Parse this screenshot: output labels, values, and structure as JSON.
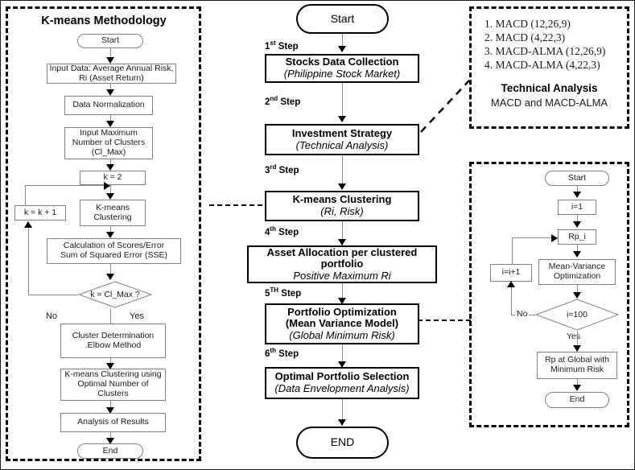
{
  "left_panel": {
    "title": "K-means Methodology",
    "nodes": {
      "start": "Start",
      "input_data_l1": "Input Data: Average Annual Risk,",
      "input_data_l2": "Ri (Asset Return)",
      "normalization": "Data Normalization",
      "max_clusters_l1": "Input Maximum",
      "max_clusters_l2": "Number of Clusters",
      "max_clusters_l3": "(Cl_Max)",
      "k_init": "k = 2",
      "kmeans_l1": "K-means",
      "kmeans_l2": "Clustering",
      "increment": "k = k + 1",
      "sse_l1": "Calculation of Scores/Error",
      "sse_l2": "Sum of Squared Error (SSE)",
      "decision": "k = Cl_Max ?",
      "elbow_l1": "Cluster Determination",
      "elbow_l2": ".Elbow Method",
      "optimal_l1": "K-means Clustering using",
      "optimal_l2": "Optimal Number of",
      "optimal_l3": "Clusters",
      "analysis": "Analysis of Results",
      "end": "End"
    },
    "edge_labels": {
      "no": "No",
      "yes": "Yes"
    }
  },
  "center": {
    "start": "Start",
    "end": "END",
    "steps": [
      {
        "label_num": "1",
        "label_sup": "st",
        "label_word": "Step",
        "title": "Stocks Data Collection",
        "subtitle": "(Philippine Stock Market)"
      },
      {
        "label_num": "2",
        "label_sup": "nd",
        "label_word": "Step",
        "title": "Investment Strategy",
        "subtitle": "(Technical Analysis)"
      },
      {
        "label_num": "3",
        "label_sup": "rd",
        "label_word": "Step",
        "title": "K-means Clustering",
        "subtitle": "(Ri, Risk)"
      },
      {
        "label_num": "4",
        "label_sup": "th",
        "label_word": "Step",
        "title": "Asset Allocation per clustered",
        "title2": "portfolio",
        "subtitle": "Positive Maximum Ri"
      },
      {
        "label_num": "5",
        "label_sup": "TH",
        "label_word": "Step",
        "title": "Portfolio Optimization",
        "title2": "(Mean Variance Model)",
        "subtitle": "(Global Minimum Risk)"
      },
      {
        "label_num": "6",
        "label_sup": "th",
        "label_word": "Step",
        "title": "Optimal Portfolio Selection",
        "subtitle": "(Data Envelopment Analysis)"
      }
    ]
  },
  "technical_analysis_panel": {
    "items": [
      "1. MACD (12,26,9)",
      "2. MACD (4,22,3)",
      "3. MACD-ALMA (12,26,9)",
      "4. MACD-ALMA (4,22,3)"
    ],
    "title": "Technical Analysis",
    "subtitle": "MACD and MACD-ALMA"
  },
  "optimization_panel": {
    "nodes": {
      "start": "Start",
      "i_init": "i=1",
      "rp_i": "Rp_i",
      "mvo_l1": "Mean-Variance",
      "mvo_l2": "Optimization",
      "increment": "i=i+1",
      "decision": "i=100",
      "result_l1": "Rp at Global with",
      "result_l2": "Minimum Risk",
      "end": "End"
    },
    "edge_labels": {
      "no": "No",
      "yes": "Yes"
    }
  },
  "colors": {
    "stroke": "#000000",
    "thin_stroke": "#808080",
    "connector": "#8a8a8a",
    "background": "#ffffff"
  }
}
